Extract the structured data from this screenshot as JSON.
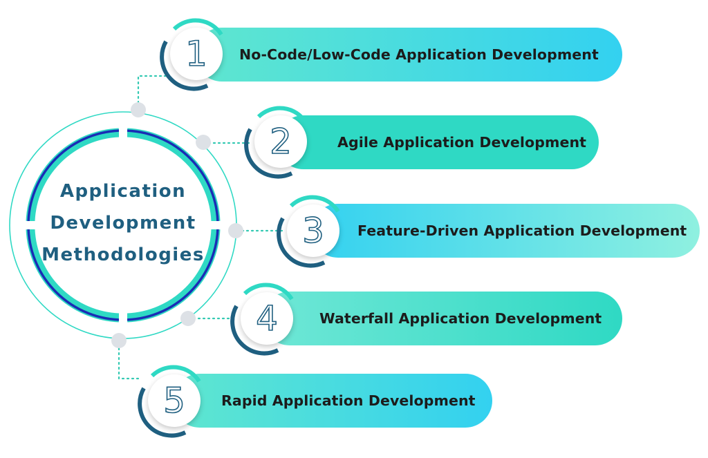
{
  "center": {
    "title_lines": [
      "Application",
      "Development",
      "Methodologies"
    ]
  },
  "steps": [
    {
      "number": "1",
      "label": "No-Code/Low-Code Application Development"
    },
    {
      "number": "2",
      "label": "Agile Application Development"
    },
    {
      "number": "3",
      "label": "Feature-Driven Application Development"
    },
    {
      "number": "4",
      "label": "Waterfall Application Development"
    },
    {
      "number": "5",
      "label": "Rapid Application Development"
    }
  ],
  "colors": {
    "teal": "#2fd9c4",
    "cyan": "#33d1f0",
    "mint": "#8ff0e0",
    "dark_blue": "#1f5f80",
    "ring_blue": "#1a2db5",
    "connector": "#33c9b2"
  }
}
